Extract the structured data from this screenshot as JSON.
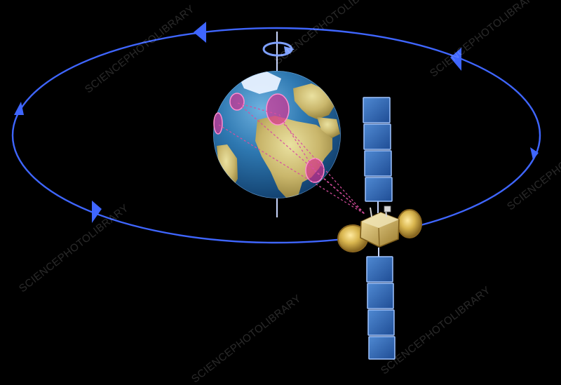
{
  "watermarks": [
    "SCIENCEPHOTOLIBRARY",
    "SCIENCEPHOTOLIBRARY",
    "SCIENCEPHOTOLIBRARY",
    "SCIENCEPHOTOLIBRARY",
    "SCIENCEPHOTOLIBRARY",
    "SCIENCEPHOTOLIBRARY",
    "SCIENCEPHOTOLIBRARY"
  ],
  "colors": {
    "background": "#000000",
    "orbit": "#3f66ff",
    "ocean": "#1f5f93",
    "land": "#c9bd77",
    "spot_beam": "#d42c8e",
    "solar_panel": "#2c64b8",
    "satellite_gold": "#d6b54b"
  },
  "icons": {
    "rotation": "rotation-arrow-icon",
    "orbit_direction": "orbit-direction-arrow-icon"
  }
}
